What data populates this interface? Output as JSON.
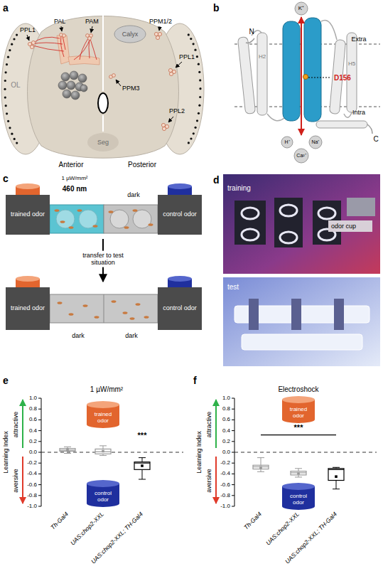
{
  "diagram": {
    "nodes": [
      {
        "text": [
          "trained odor"
        ]
      },
      {
        "text": [
          "control odor"
        ]
      },
      {
        "text": [
          "trained odor"
        ]
      },
      {
        "text": [
          "control odor"
        ]
      },
      {
        "text": [
          "trained odor"
        ]
      },
      {
        "text": [
          "control odor"
        ]
      },
      {
        "text": [
          "trained odor"
        ]
      },
      {
        "text": [
          "control odor"
        ]
      }
    ],
    "labels": [
      "a",
      "PPL1",
      "PAL",
      "PAM",
      "PPM1/2",
      "Calyx",
      "PPL1",
      "PPM3",
      "OL",
      "Seg",
      "PPL2",
      "Anterior",
      "Posterior",
      "b",
      "K⁺",
      "N",
      "Extra",
      "H2",
      "H5",
      "D156",
      "Intra",
      "C",
      "H⁺",
      "Na⁺",
      "Ca²⁺",
      "c",
      "1 µW/mm²",
      "460 nm",
      "dark",
      "transfer to test situation",
      "dark",
      "dark",
      "d",
      "training",
      "odor cup",
      "test",
      "e",
      "1 µW/mm²",
      "Learning Index",
      "attractive",
      "aversive",
      "1.0",
      "0.8",
      "0.6",
      "0.4",
      "0.2",
      "0.0",
      "-0.2",
      "-0.4",
      "-0.6",
      "-0.8",
      "-1.0",
      "***",
      "Th-Gal4",
      "UAS:chop2-XXL",
      "UAS:chop2-XXL; TH-Gal4",
      "f",
      "Electroshock",
      "Learning Index",
      "attractive",
      "aversive",
      "1.0",
      "0.8",
      "0.6",
      "0.4",
      "0.2",
      "0.0",
      "-0.2",
      "-0.4",
      "-0.6",
      "-0.8",
      "-1.0",
      "***",
      "Th-Gal4",
      "UAS:chop2-XXL",
      "UAS:chop2-XXL; TH-Gal4"
    ]
  }
}
